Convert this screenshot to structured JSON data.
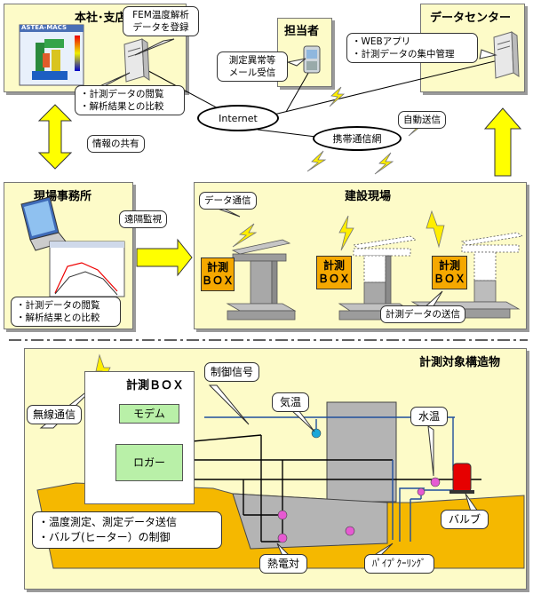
{
  "hq": {
    "title": "本社･支店",
    "software_label": "ASTEA-MACS",
    "register_callout": [
      "FEM温度解析",
      "データを登録"
    ],
    "browse_callout": [
      "・計測データの閲覧",
      "・解析結果との比較"
    ]
  },
  "staff": {
    "title": "担当者",
    "alert_callout": [
      "測定異常等",
      "メール受信"
    ]
  },
  "datacenter": {
    "title": "データセンター",
    "callout": [
      "・WEBアプリ",
      "・計測データの集中管理"
    ]
  },
  "network": {
    "internet": "Internet",
    "mobile": "携帯通信網",
    "auto_send": "自動送信",
    "info_share": "情報の共有",
    "remote_monitor": "遠隔監視"
  },
  "field_office": {
    "title": "現場事務所",
    "callout": [
      "・計測データの閲覧",
      "・解析結果との比較"
    ]
  },
  "site": {
    "title": "建設現場",
    "data_comm": "データ通信",
    "box_label": [
      "計測",
      "ＢＯＸ"
    ],
    "send_callout": "計測データの送信"
  },
  "structure": {
    "title": "計測対象構造物",
    "box_title": "計測ＢＯＸ",
    "modem": "モデム",
    "logger": "ロガー",
    "wireless": "無線通信",
    "control_signal": "制御信号",
    "air_temp": "気温",
    "water_temp": "水温",
    "valve": "バルブ",
    "thermocouple": "熱電対",
    "pipe_cooling": "ﾊﾟｲﾌﾟｸｰﾘﾝｸﾞ",
    "functions": [
      "・温度測定、測定データ送信",
      "・バルブ(ヒーター）の制御"
    ]
  },
  "colors": {
    "panel": "#fdfbc8",
    "arrow": "#ffff00",
    "box": "#f5a800",
    "concrete": "#b4b4b4",
    "ground": "#f5b800",
    "sensor": "#e65ad2",
    "valve": "#e60000",
    "wire_blue": "#1f4e9c"
  }
}
